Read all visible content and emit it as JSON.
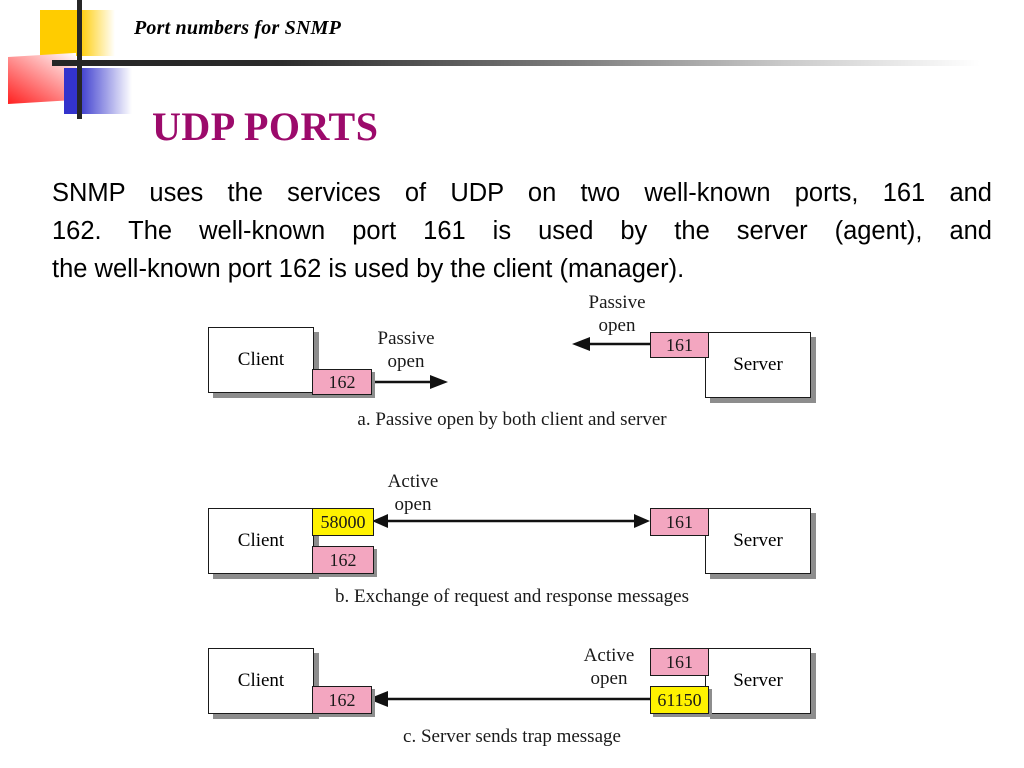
{
  "header": {
    "title": "Port numbers for SNMP"
  },
  "main_title": "UDP PORTS",
  "body": {
    "line1": "SNMP uses the services of UDP on two well-known ports, 161 and",
    "line2": "162. The well-known port 161 is used by the server (agent), and",
    "line3": "the well-known port 162 is used by the client (manager)."
  },
  "colors": {
    "title_purple": "#9C0A6B",
    "port_pink": "#F3A6C0",
    "port_yellow": "#FFF200",
    "logo_yellow": "#FFCC00",
    "logo_blue": "#3333CC",
    "logo_red": "#FF2020",
    "rule_dark": "#262626"
  },
  "diagrams": [
    {
      "id": "a",
      "caption": "a. Passive open by both client and server",
      "client_label": "Client",
      "server_label": "Server",
      "client_port": "162",
      "server_port": "161",
      "client_annotation_line1": "Passive",
      "client_annotation_line2": "open",
      "server_annotation_line1": "Passive",
      "server_annotation_line2": "open"
    },
    {
      "id": "b",
      "caption": "b. Exchange of request and response messages",
      "client_label": "Client",
      "server_label": "Server",
      "client_ephemeral_port": "58000",
      "client_port": "162",
      "server_port": "161",
      "annotation_line1": "Active",
      "annotation_line2": "open"
    },
    {
      "id": "c",
      "caption": "c. Server sends trap message",
      "client_label": "Client",
      "server_label": "Server",
      "client_port": "162",
      "server_port": "161",
      "server_ephemeral_port": "61150",
      "annotation_line1": "Active",
      "annotation_line2": "open"
    }
  ]
}
